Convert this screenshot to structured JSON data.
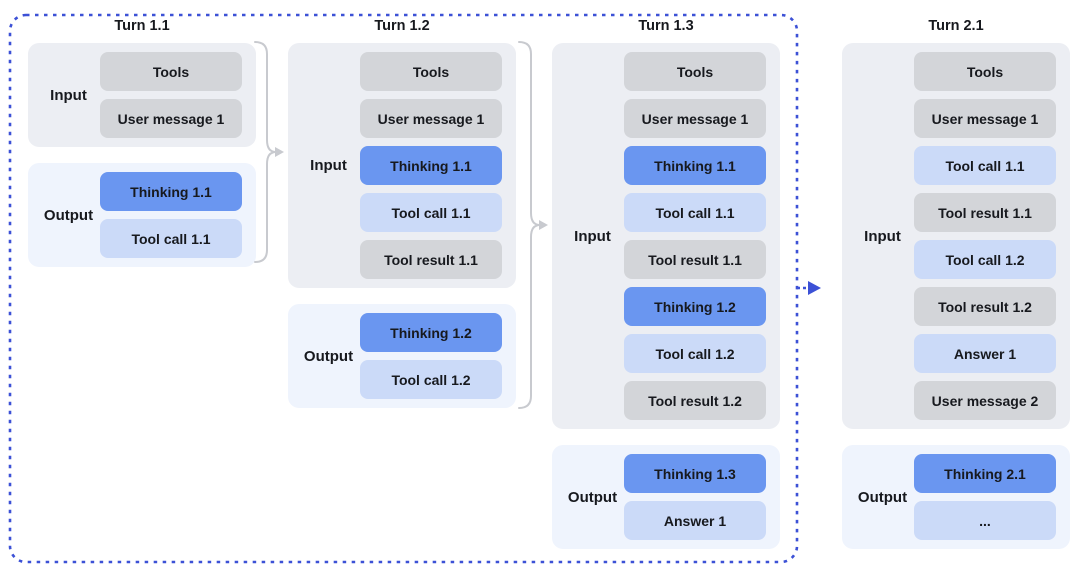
{
  "colors": {
    "accent-blue": "#6A96F0",
    "light-blue": "#CBDAF8",
    "block-gray": "#D3D5D9",
    "input-bg": "#ECEEF3",
    "output-bg": "#EFF4FD",
    "boundary-blue": "#3C51D6",
    "connector-gray": "#C8CACF",
    "text-dark": "#17191E"
  },
  "turns": [
    {
      "title": "Turn 1.1",
      "input": {
        "label": "Input",
        "blocks": [
          {
            "label": "Tools",
            "type": "context"
          },
          {
            "label": "User message 1",
            "type": "context"
          }
        ]
      },
      "output": {
        "label": "Output",
        "blocks": [
          {
            "label": "Thinking 1.1",
            "type": "thinking"
          },
          {
            "label": "Tool call 1.1",
            "type": "action"
          }
        ]
      }
    },
    {
      "title": "Turn 1.2",
      "input": {
        "label": "Input",
        "blocks": [
          {
            "label": "Tools",
            "type": "context"
          },
          {
            "label": "User message 1",
            "type": "context"
          },
          {
            "label": "Thinking 1.1",
            "type": "thinking"
          },
          {
            "label": "Tool call 1.1",
            "type": "action"
          },
          {
            "label": "Tool result 1.1",
            "type": "context"
          }
        ]
      },
      "output": {
        "label": "Output",
        "blocks": [
          {
            "label": "Thinking 1.2",
            "type": "thinking"
          },
          {
            "label": "Tool call 1.2",
            "type": "action"
          }
        ]
      }
    },
    {
      "title": "Turn 1.3",
      "input": {
        "label": "Input",
        "blocks": [
          {
            "label": "Tools",
            "type": "context"
          },
          {
            "label": "User message 1",
            "type": "context"
          },
          {
            "label": "Thinking 1.1",
            "type": "thinking"
          },
          {
            "label": "Tool call 1.1",
            "type": "action"
          },
          {
            "label": "Tool result 1.1",
            "type": "context"
          },
          {
            "label": "Thinking 1.2",
            "type": "thinking"
          },
          {
            "label": "Tool call 1.2",
            "type": "action"
          },
          {
            "label": "Tool result 1.2",
            "type": "context"
          }
        ]
      },
      "output": {
        "label": "Output",
        "blocks": [
          {
            "label": "Thinking 1.3",
            "type": "thinking"
          },
          {
            "label": "Answer 1",
            "type": "action"
          }
        ]
      }
    },
    {
      "title": "Turn 2.1",
      "input": {
        "label": "Input",
        "blocks": [
          {
            "label": "Tools",
            "type": "context"
          },
          {
            "label": "User message 1",
            "type": "context"
          },
          {
            "label": "Tool call 1.1",
            "type": "action"
          },
          {
            "label": "Tool result 1.1",
            "type": "context"
          },
          {
            "label": "Tool call 1.2",
            "type": "action"
          },
          {
            "label": "Tool result 1.2",
            "type": "context"
          },
          {
            "label": "Answer 1",
            "type": "action"
          },
          {
            "label": "User message 2",
            "type": "context"
          }
        ]
      },
      "output": {
        "label": "Output",
        "blocks": [
          {
            "label": "Thinking 2.1",
            "type": "thinking"
          },
          {
            "label": "...",
            "type": "action"
          }
        ]
      }
    }
  ]
}
